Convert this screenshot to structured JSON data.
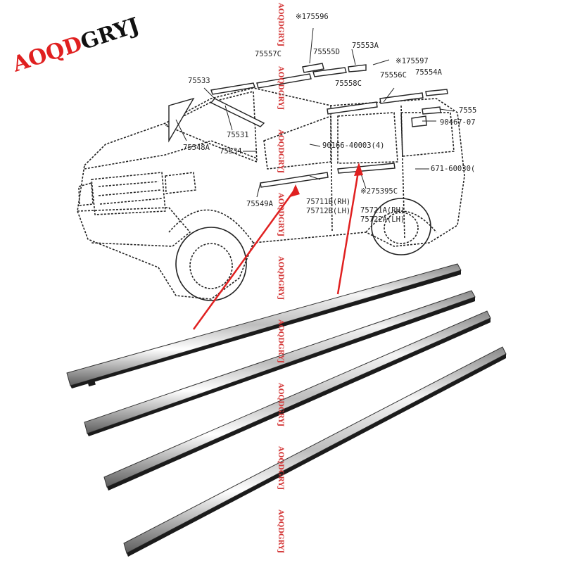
{
  "brand": {
    "text": "AOQDGRYJ",
    "red_part": "AOQD",
    "black_part": "GRYJ",
    "red_color": "#e02020",
    "black_color": "#111111"
  },
  "watermark_text": "AOQDGRYJ",
  "part_labels": {
    "p175596": "※175596",
    "p75557c": "75557C",
    "p75555d": "75555D",
    "p75553a": "75553A",
    "p175597": "※175597",
    "p75533": "75533",
    "p75556c": "75556C",
    "p75554a": "75554A",
    "p75558c": "75558C",
    "p7555": "7555",
    "p90467": "90467-07",
    "p75531": "75531",
    "p75548a": "75548A",
    "p90166": "90166-40003(4)",
    "p75534": "75534",
    "p671": "671-60030(",
    "p275395c": "※275395C",
    "p75549a": "75549A",
    "p75711b": "75711B(RH)",
    "p75712b": "75712B(LH)",
    "p75721a": "75721A(RH)",
    "p75722a": "75722A(LH)"
  },
  "colors": {
    "pointer": "#e02020",
    "line_art": "#222222",
    "chrome_light": "#f2f2f2",
    "chrome_dark": "#6a6a6a",
    "rubber": "#1b1b1b"
  }
}
